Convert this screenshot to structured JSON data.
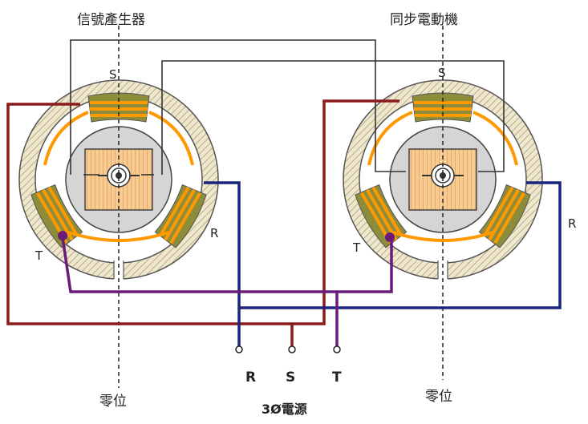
{
  "title_left": "信號產生器",
  "title_right": "同步電動機",
  "zero_left": "零位",
  "zero_right": "零位",
  "source_label": "3Ø電源",
  "left_unit": {
    "pole_s": "S",
    "pole_r": "R",
    "pole_t": "T"
  },
  "right_unit": {
    "pole_s": "S",
    "pole_r": "R",
    "pole_t": "T"
  },
  "terminals": {
    "r": "R",
    "s": "S",
    "t": "T"
  },
  "colors": {
    "wire_r": "#1a237e",
    "wire_s": "#8b1a1a",
    "wire_t": "#6a1b7a",
    "wire_rotor": "#333333",
    "coil": "#ff9900",
    "pole_shoe": "#8c8c3a",
    "rotor_core": "#f7c48a",
    "stator_ring": "#e4dcc0"
  }
}
